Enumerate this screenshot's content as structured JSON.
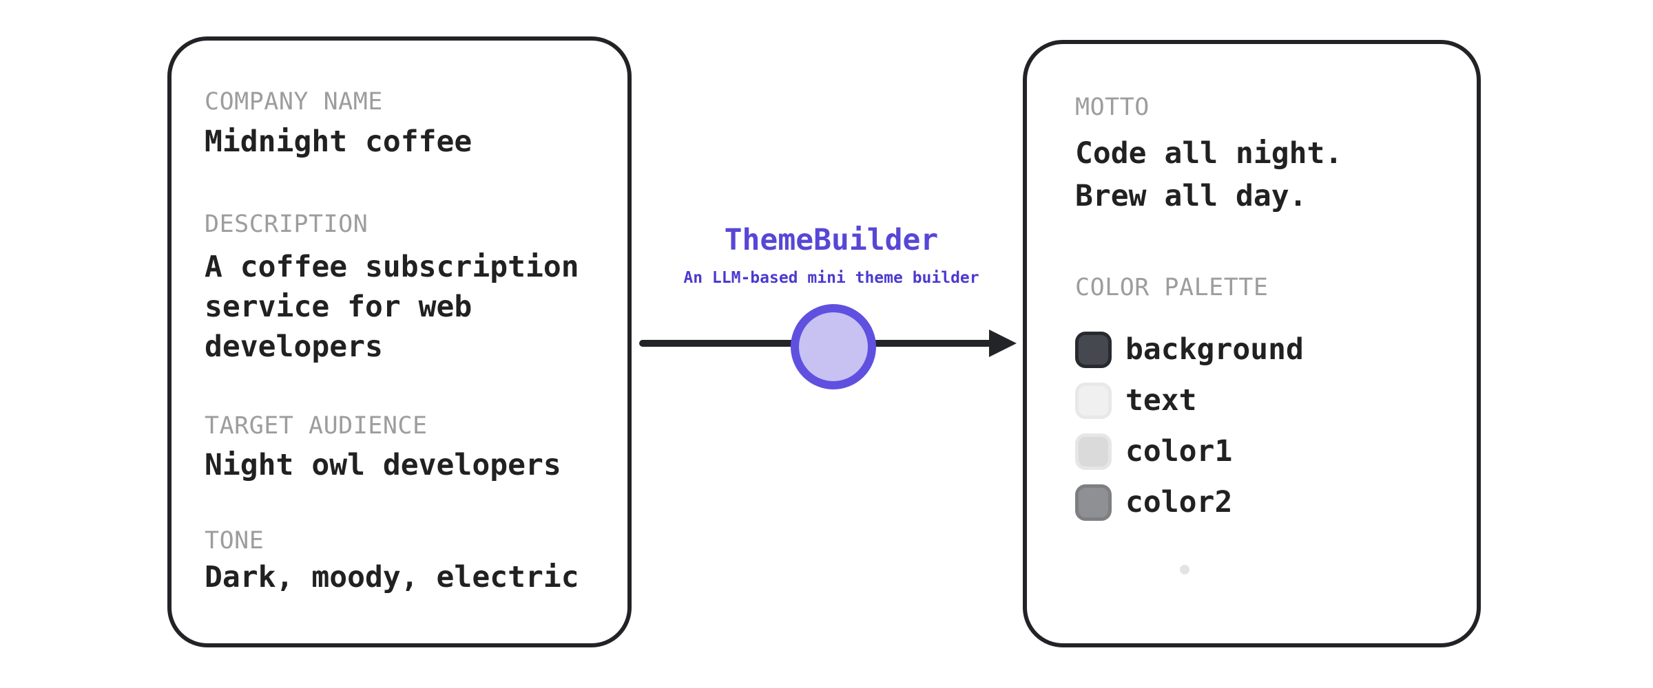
{
  "flow": {
    "title": "ThemeBuilder",
    "subtitle": "An LLM-based mini theme builder",
    "title_color": "#5747d5",
    "subtitle_color": "#4b3ad0",
    "node_fill": "#c8c2f3",
    "node_border": "#6050e0",
    "arrow_color": "#232427"
  },
  "input_card": {
    "fields": [
      {
        "label": "COMPANY NAME",
        "value": "Midnight coffee"
      },
      {
        "label": "DESCRIPTION",
        "value": "A coffee subscription service for web developers"
      },
      {
        "label": "TARGET AUDIENCE",
        "value": "Night owl developers"
      },
      {
        "label": "TONE",
        "value": "Dark, moody, electric"
      }
    ]
  },
  "output_card": {
    "motto_label": "MOTTO",
    "motto_lines": [
      "Code all night.",
      "Brew all day."
    ],
    "palette_label": "COLOR PALETTE",
    "palette": [
      {
        "name": "background",
        "fill": "#45494f",
        "border": "#282a2f"
      },
      {
        "name": "text",
        "fill": "#f0f0f0",
        "border": "#e8e8e8"
      },
      {
        "name": "color1",
        "fill": "#dadada",
        "border": "#e6e6e6"
      },
      {
        "name": "color2",
        "fill": "#8f9094",
        "border": "#7e7f83"
      }
    ],
    "dot_color": "#e3e3e3"
  },
  "colors": {
    "canvas_bg": "#ffffff",
    "card_border": "#222326",
    "label_gray": "#9d9d9d",
    "text_dark": "#212121"
  }
}
